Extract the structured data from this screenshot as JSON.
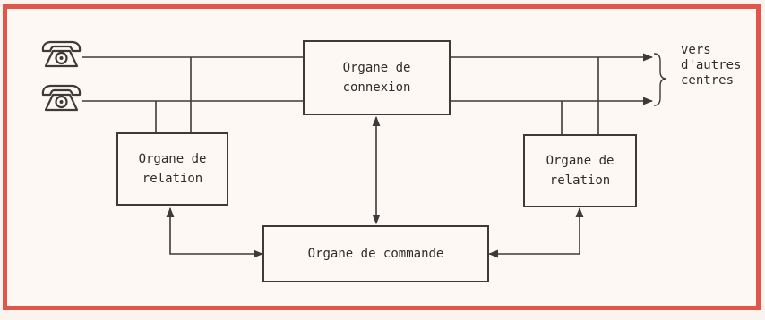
{
  "blocks": {
    "connexion": [
      "Organe de",
      "connexion"
    ],
    "relation_left": [
      "Organe de",
      "relation"
    ],
    "relation_right": [
      "Organe de",
      "relation"
    ],
    "commande": [
      "Organe de commande"
    ]
  },
  "destination_note": [
    "vers",
    "d'autres",
    "centres"
  ],
  "icons": [
    "telephone-icon",
    "telephone-icon"
  ],
  "colors": {
    "frame": "#e2554a",
    "ink": "#3d3a37",
    "paper": "#fdf8f4"
  }
}
